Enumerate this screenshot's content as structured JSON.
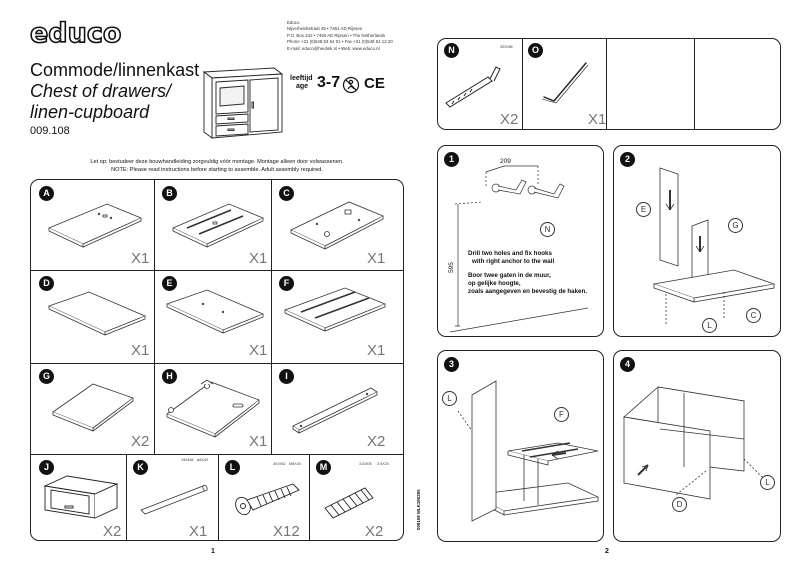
{
  "brand": {
    "logo": "educo",
    "address_lines": [
      "Educo",
      "Nijverheidsstraat 45 • 7461 AD Rijssen",
      "P.O. Box 242 • 7460 AE Rijssen • The Netherlands",
      "Phone +31 (0)548 53 64 01 • Fax +31 (0)548 52 12 20",
      "E-mail: educo@heutink.nl • Web: www.educo.nl"
    ]
  },
  "product": {
    "title_nl": "Commode/linnenkast",
    "title_en_1": "Chest of drawers/",
    "title_en_2": "linen-cupboard",
    "code": "009.108",
    "age_label_1": "leeftijd",
    "age_label_2": "age",
    "age_value": "3-7",
    "ce_mark": "CE"
  },
  "notes": {
    "nl": "Let op: bestudeer deze bouwhandleiding zorgvuldig vóór montage. Montage alleen door volwassenen.",
    "en": "NOTE: Please read instructions before starting to assemble. Adult assembly required."
  },
  "parts": [
    {
      "letter": "A",
      "qty": "X1"
    },
    {
      "letter": "B",
      "qty": "X1"
    },
    {
      "letter": "C",
      "qty": "X1"
    },
    {
      "letter": "D",
      "qty": "X1"
    },
    {
      "letter": "E",
      "qty": "X1"
    },
    {
      "letter": "F",
      "qty": "X1"
    },
    {
      "letter": "G",
      "qty": "X2"
    },
    {
      "letter": "H",
      "qty": "X1"
    },
    {
      "letter": "I",
      "qty": "X2"
    },
    {
      "letter": "J",
      "qty": "X2"
    },
    {
      "letter": "K",
      "qty": "X1",
      "code1": "190484",
      "code2": "ø8X40"
    },
    {
      "letter": "L",
      "qty": "X12",
      "code1": "301962",
      "code2": "M6X40"
    },
    {
      "letter": "M",
      "qty": "X2",
      "code1": "310305",
      "code2": "3.5X20"
    },
    {
      "letter": "N",
      "qty": "X2",
      "code1": "302086"
    },
    {
      "letter": "O",
      "qty": "X1"
    }
  ],
  "steps": [
    {
      "num": "1",
      "measure_h": "209",
      "measure_v": "595",
      "text_en_1": "Drill two holes and fix hooks",
      "text_en_2": "with right anchor to the wall",
      "text_nl_1": "Boor twee gaten in de muur,",
      "text_nl_2": "op gelijke hoogte,",
      "text_nl_3": "zoals aangegeven en bevestig de haken.",
      "callout": "N"
    },
    {
      "num": "2",
      "callouts": [
        "E",
        "G",
        "C",
        "L"
      ]
    },
    {
      "num": "3",
      "callouts": [
        "L",
        "F"
      ]
    },
    {
      "num": "4",
      "callouts": [
        "L",
        "D"
      ]
    }
  ],
  "pages": {
    "left": "1",
    "right": "2"
  },
  "side_code": "009108 WLK190295"
}
